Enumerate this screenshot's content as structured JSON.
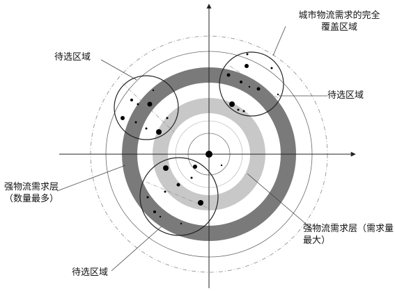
{
  "labels": {
    "coverage": "城市物流需求的完全\n覆盖区域",
    "candidate_top_left": "待选区域",
    "candidate_right": "待选区域",
    "candidate_bottom": "待选区域",
    "strong_layer_quantity": "强物流需求层（数量最多）",
    "strong_layer_max": "强物流需求层（需求量最大）"
  },
  "colors": {
    "outer_band": "#7a7a7a",
    "middle_band": "#c8c8c8",
    "line": "#333333",
    "dash": "#888888",
    "dot": "#000000"
  }
}
